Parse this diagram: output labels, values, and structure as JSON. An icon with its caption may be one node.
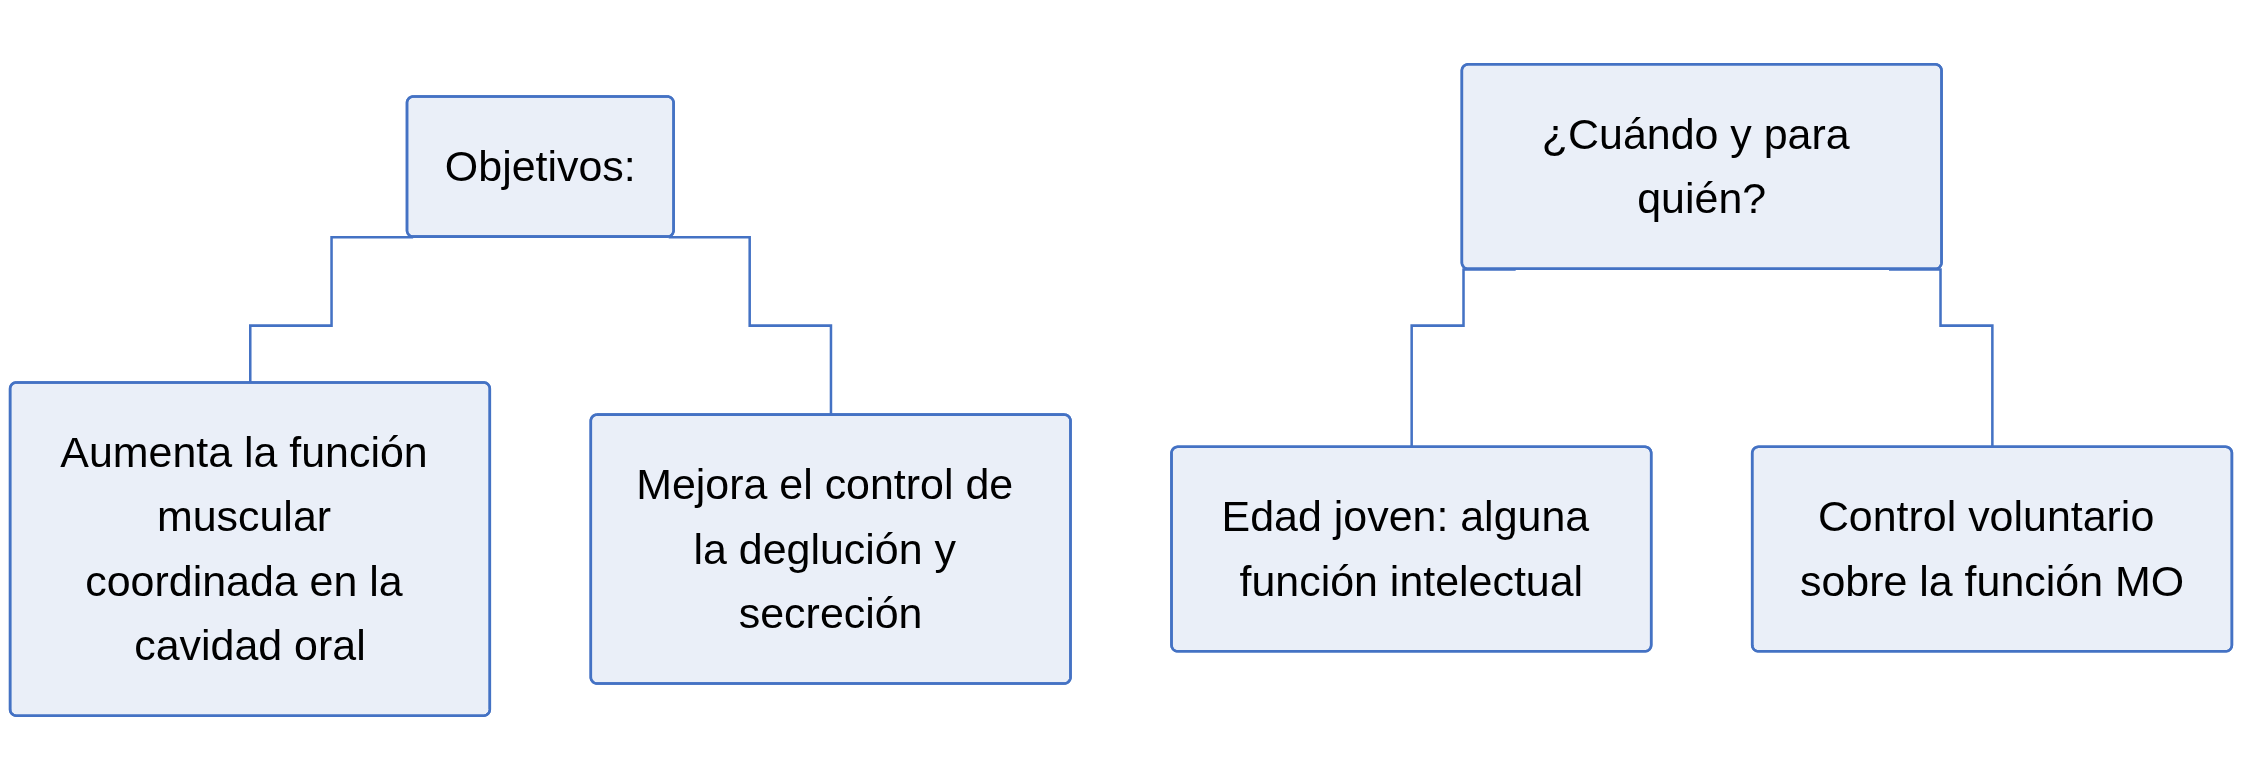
{
  "diagram": {
    "nodes": [
      {
        "text": [
          "Objetivos:"
        ]
      },
      {
        "text": [
          "Aumenta la función muscular coordinada en la cavidad oral"
        ]
      },
      {
        "text": [
          "Mejora el control de la deglución y secreción"
        ]
      },
      {
        "text": [
          "¿Cuándo y para quién?"
        ]
      },
      {
        "text": [
          "Edad joven: alguna función intelectual"
        ]
      },
      {
        "text": [
          "Control voluntario sobre la función MO"
        ]
      }
    ],
    "edges": [
      {
        "from": 0,
        "to": 1,
        "arrow": "none"
      },
      {
        "from": 0,
        "to": 2,
        "arrow": "none"
      },
      {
        "from": 3,
        "to": 4,
        "arrow": "none"
      },
      {
        "from": 3,
        "to": 5,
        "arrow": "none"
      }
    ]
  }
}
